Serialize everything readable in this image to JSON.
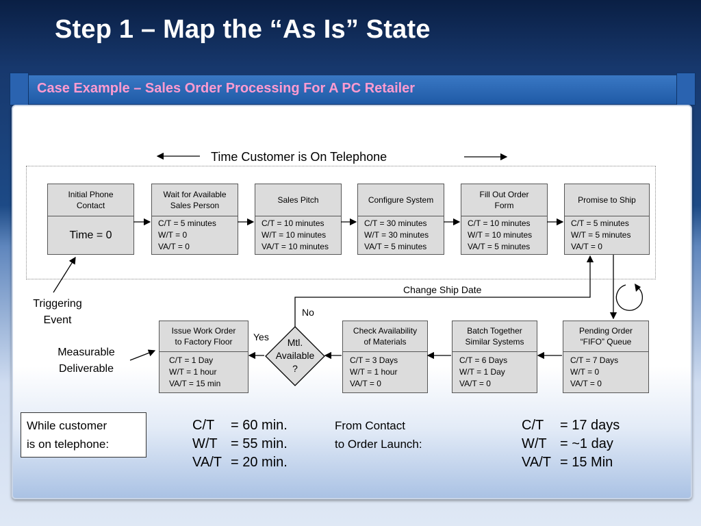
{
  "title": "Step 1 – Map the “As Is” State",
  "subtitle": "Case Example – Sales Order Processing  For A PC Retailer",
  "time_on_phone": "Time Customer is On Telephone",
  "top_row": [
    {
      "header": "Initial Phone\nContact",
      "lines": [],
      "center": "Time = 0"
    },
    {
      "header": "Wait for Available\nSales Person",
      "lines": [
        "C/T = 5 minutes",
        "W/T = 0",
        "VA/T = 0"
      ]
    },
    {
      "header": "Sales Pitch",
      "lines": [
        "C/T = 10 minutes",
        "W/T = 10 minutes",
        "VA/T = 10 minutes"
      ]
    },
    {
      "header": "Configure System",
      "lines": [
        "C/T = 30 minutes",
        "W/T = 30 minutes",
        "VA/T = 5 minutes"
      ]
    },
    {
      "header": "Fill Out Order\nForm",
      "lines": [
        "C/T = 10 minutes",
        "W/T = 10 minutes",
        "VA/T = 5 minutes"
      ]
    },
    {
      "header": "Promise to Ship",
      "lines": [
        "C/T = 5 minutes",
        "W/T = 5 minutes",
        "VA/T = 0"
      ]
    }
  ],
  "bottom_row": [
    {
      "header": "Issue Work Order\nto Factory Floor",
      "lines": [
        "C/T = 1 Day",
        "W/T = 1 hour",
        "VA/T = 15 min"
      ]
    },
    {
      "header": "Check Availability\nof Materials",
      "lines": [
        "C/T = 3 Days",
        "W/T = 1 hour",
        "VA/T = 0"
      ]
    },
    {
      "header": "Batch Together\nSimilar Systems",
      "lines": [
        "C/T = 6 Days",
        "W/T = 1 Day",
        "VA/T = 0"
      ]
    },
    {
      "header": "Pending Order\n“FIFO” Queue",
      "lines": [
        "C/T = 7 Days",
        "W/T = 0",
        "VA/T = 0"
      ]
    }
  ],
  "decision": {
    "label1": "Mtl.",
    "label2": "Available",
    "label3": "?"
  },
  "labels": {
    "change_ship_date": "Change Ship Date",
    "no": "No",
    "yes": "Yes",
    "triggering_event_1": "Triggering",
    "triggering_event_2": "Event",
    "measurable_1": "Measurable",
    "measurable_2": "Deliverable"
  },
  "summary_phone": {
    "label1": "While customer",
    "label2": "is on telephone:",
    "rows": [
      {
        "k": "C/T",
        "v": "= 60 min."
      },
      {
        "k": "W/T",
        "v": "= 55 min."
      },
      {
        "k": "VA/T",
        "v": "= 20 min."
      }
    ]
  },
  "summary_order": {
    "label1": "From Contact",
    "label2": "to Order Launch:",
    "rows": [
      {
        "k": "C/T",
        "v": "= 17 days"
      },
      {
        "k": "W/T",
        "v": "= ~1 day"
      },
      {
        "k": "VA/T",
        "v": "= 15 Min"
      }
    ]
  }
}
